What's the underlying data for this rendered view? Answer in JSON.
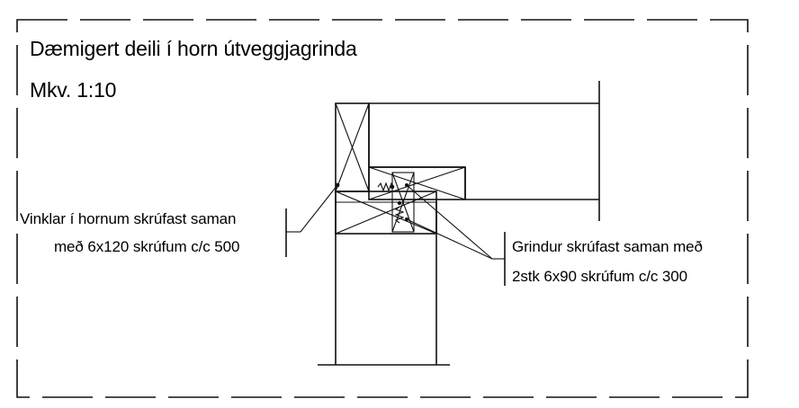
{
  "title": "Dæmigert deili í horn útveggjagrinda",
  "scale": "Mkv. 1:10",
  "callouts": {
    "left": {
      "line1": "Vinklar í hornum skrúfast saman",
      "line2": "með 6x120 skrúfum c/c 500"
    },
    "right": {
      "line1": "Grindur skrúfast saman með",
      "line2": "2stk 6x90 skrúfum c/c 300"
    }
  }
}
